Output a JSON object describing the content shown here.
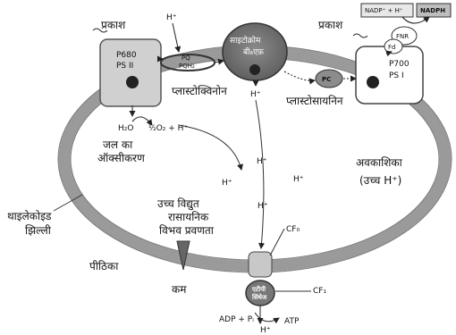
{
  "labels": {
    "light_left": "प्रकाश",
    "light_right": "प्रकाश",
    "ps2_line1": "P680",
    "ps2_line2": "PS II",
    "ps1_line1": "P700",
    "ps1_line2": "PS I",
    "cytochrome_line1": "साइटोक्रोम",
    "cytochrome_line2": "बी₆एफ़",
    "plastoquinone": "प्लास्टोक्विनोन",
    "pq": "PQ",
    "pqh2": "PQH₂",
    "pc": "PC",
    "plastocyanin": "प्लास्टोसायनिन",
    "nadp_box": "NADP⁺ + H⁺",
    "nadph_box": "NADPH",
    "fnr": "FNR",
    "fd": "Fd",
    "water": "H₂O",
    "o2": "½O₂ + H⁺",
    "water_split_line1": "जल का",
    "water_split_line2": "ऑक्सीकरण",
    "lumen_line1": "अवकाशिका",
    "lumen_line2": "(उच्च H⁺)",
    "high_potential_line1": "उच्च विद्युत",
    "high_potential_line2": "रासायनिक",
    "high_potential_line3": "विभव प्रवणता",
    "low": "कम",
    "membrane_line1": "थाइलेकोइड",
    "membrane_line2": "झिल्ली",
    "stroma": "पीठिका",
    "cf0": "CF₀",
    "cf1": "CF₁",
    "atp_synthase_line1": "एटीपी",
    "atp_synthase_line2": "सिंथेज",
    "adp": "ADP + Pᵢ",
    "atp": "ATP",
    "h_plus": "H⁺"
  }
}
